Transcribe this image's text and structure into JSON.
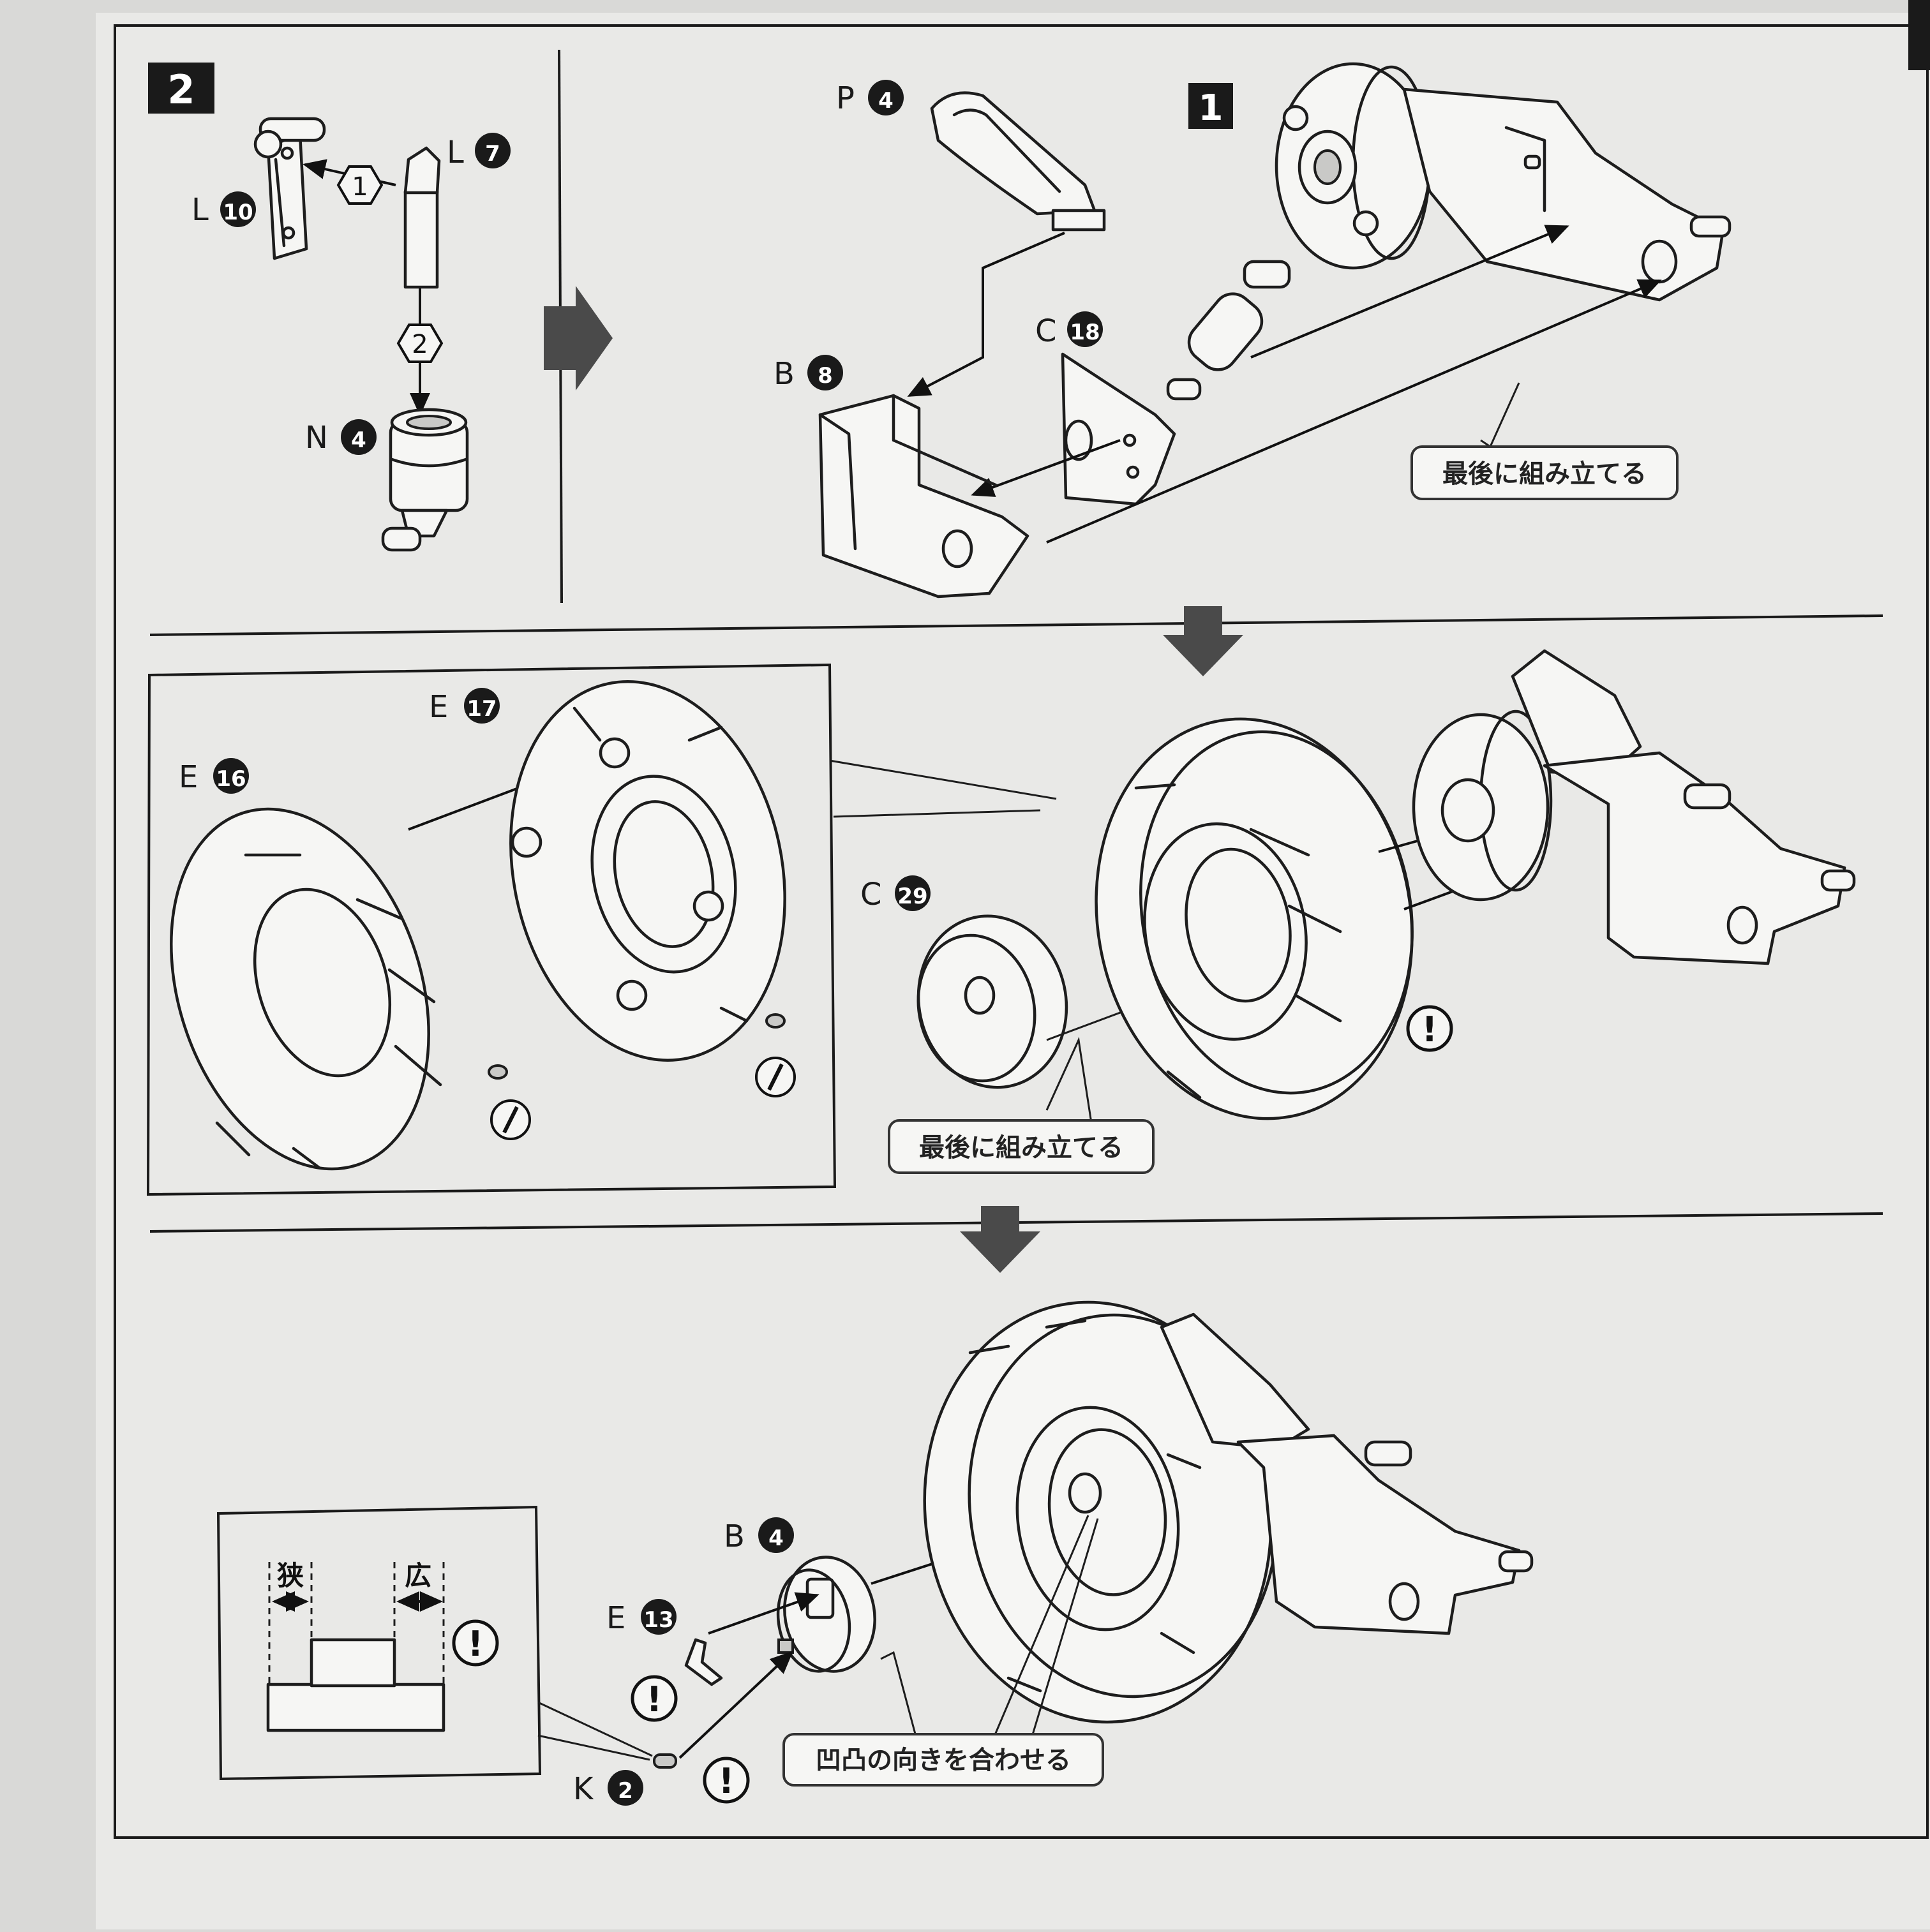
{
  "steps": {
    "step1_label": "1",
    "step2_label": "2"
  },
  "parts": {
    "L10": {
      "letter": "L",
      "num": "10"
    },
    "L7": {
      "letter": "L",
      "num": "7"
    },
    "N4": {
      "letter": "N",
      "num": "4"
    },
    "P4": {
      "letter": "P",
      "num": "4"
    },
    "B8": {
      "letter": "B",
      "num": "8"
    },
    "C18": {
      "letter": "C",
      "num": "18"
    },
    "E17": {
      "letter": "E",
      "num": "17"
    },
    "E16": {
      "letter": "E",
      "num": "16"
    },
    "C29": {
      "letter": "C",
      "num": "29"
    },
    "B4": {
      "letter": "B",
      "num": "4"
    },
    "E13": {
      "letter": "E",
      "num": "13"
    },
    "K2": {
      "letter": "K",
      "num": "2"
    }
  },
  "order_marks": {
    "first": "1",
    "second": "2"
  },
  "notes": {
    "assemble_last_top": "最後に組み立てる",
    "assemble_last_mid": "最後に組み立てる",
    "align_notch": "凹凸の向きを合わせる",
    "narrow": "狭",
    "wide": "広",
    "caution": "!"
  }
}
